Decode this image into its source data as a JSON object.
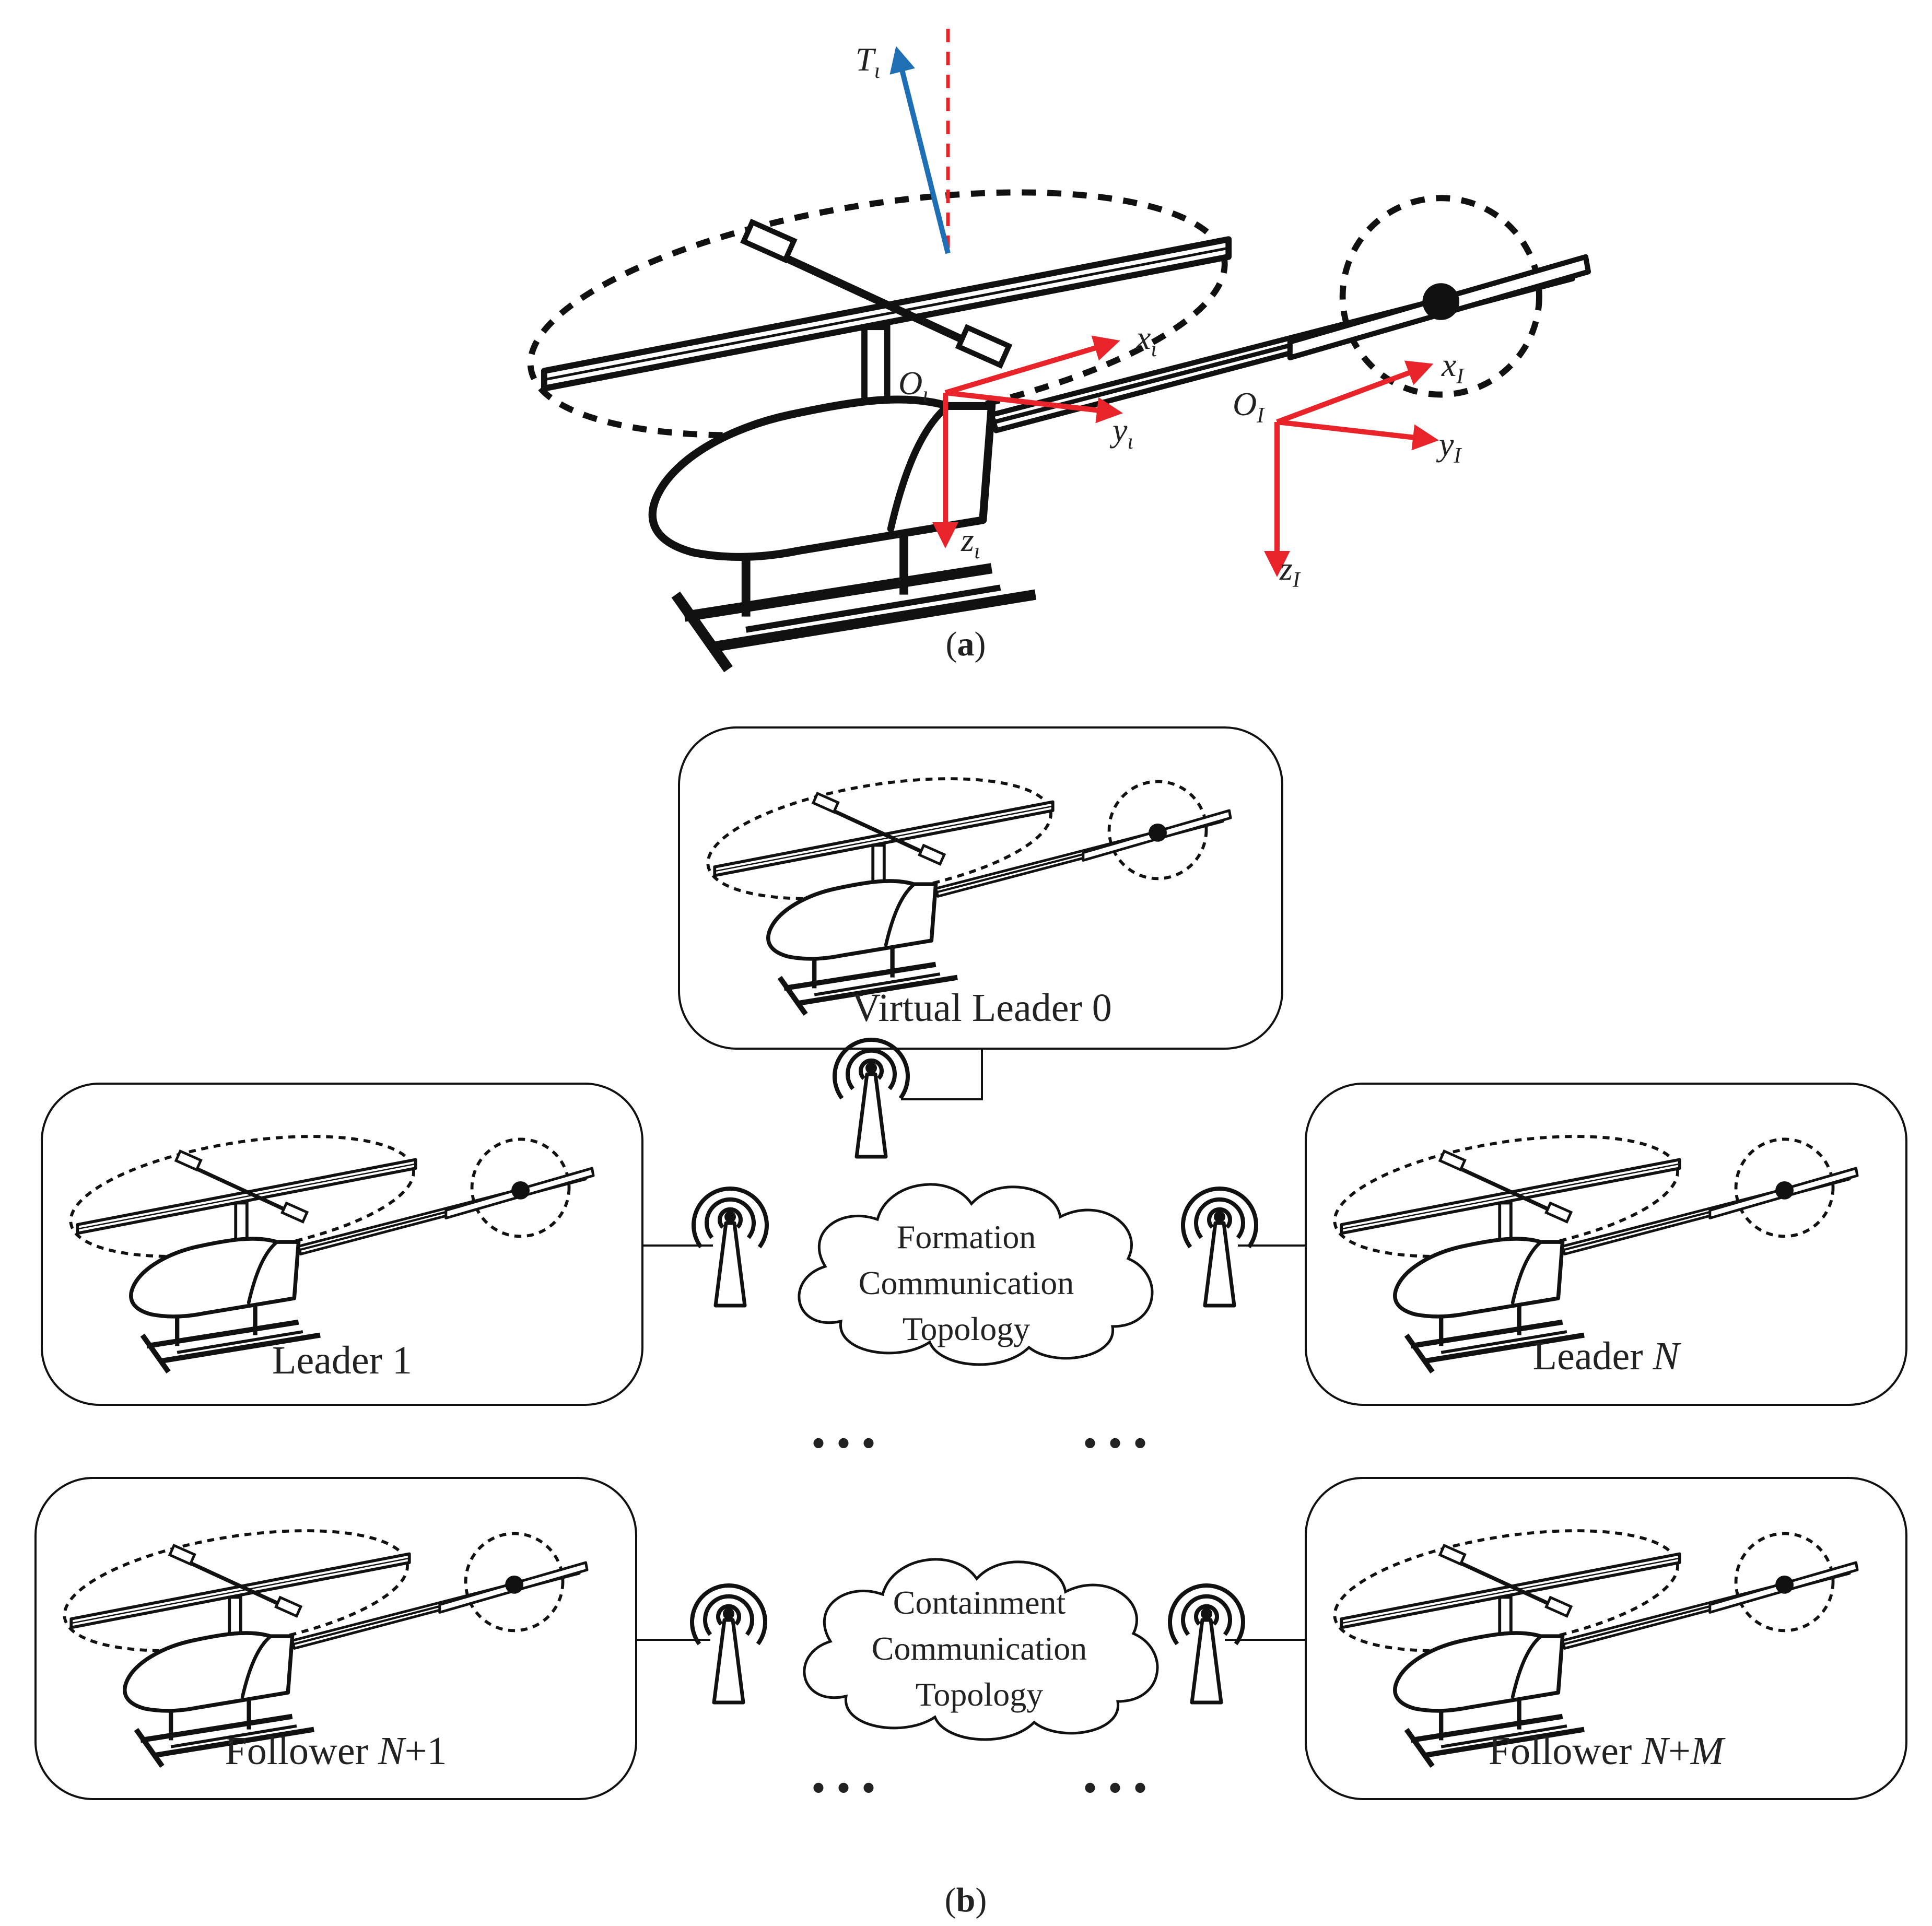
{
  "panel_a": {
    "caption": "a",
    "thrust_label": {
      "main": "T",
      "sub": "ι"
    },
    "body_frame": {
      "origin": {
        "main": "O",
        "sub": "ι"
      },
      "x": {
        "main": "x",
        "sub": "ι"
      },
      "y": {
        "main": "y",
        "sub": "ι"
      },
      "z": {
        "main": "z",
        "sub": "ι"
      }
    },
    "inertial_frame": {
      "origin": {
        "main": "O",
        "sub": "I"
      },
      "x": {
        "main": "x",
        "sub": "I"
      },
      "y": {
        "main": "y",
        "sub": "I"
      },
      "z": {
        "main": "z",
        "sub": "I"
      }
    },
    "colors": {
      "frame_axes": "#e8232a",
      "thrust": "#1f6fb5",
      "vertical_reference": "#e8232a"
    }
  },
  "panel_b": {
    "caption": "b",
    "virtual_leader": {
      "text": "Virtual Leader 0"
    },
    "leader_1": {
      "text": "Leader 1"
    },
    "leader_n": {
      "prefix": "Leader ",
      "var": "N"
    },
    "follower_n1": {
      "prefix": "Follower ",
      "var": "N",
      "suffix": "+1"
    },
    "follower_nm": {
      "prefix": "Follower ",
      "var1": "N",
      "mid": "+",
      "var2": "M"
    },
    "formation_cloud": [
      "Formation",
      "Communication",
      "Topology"
    ],
    "containment_cloud": [
      "Containment",
      "Communication",
      "Topology"
    ],
    "ellipsis": "• • •"
  }
}
